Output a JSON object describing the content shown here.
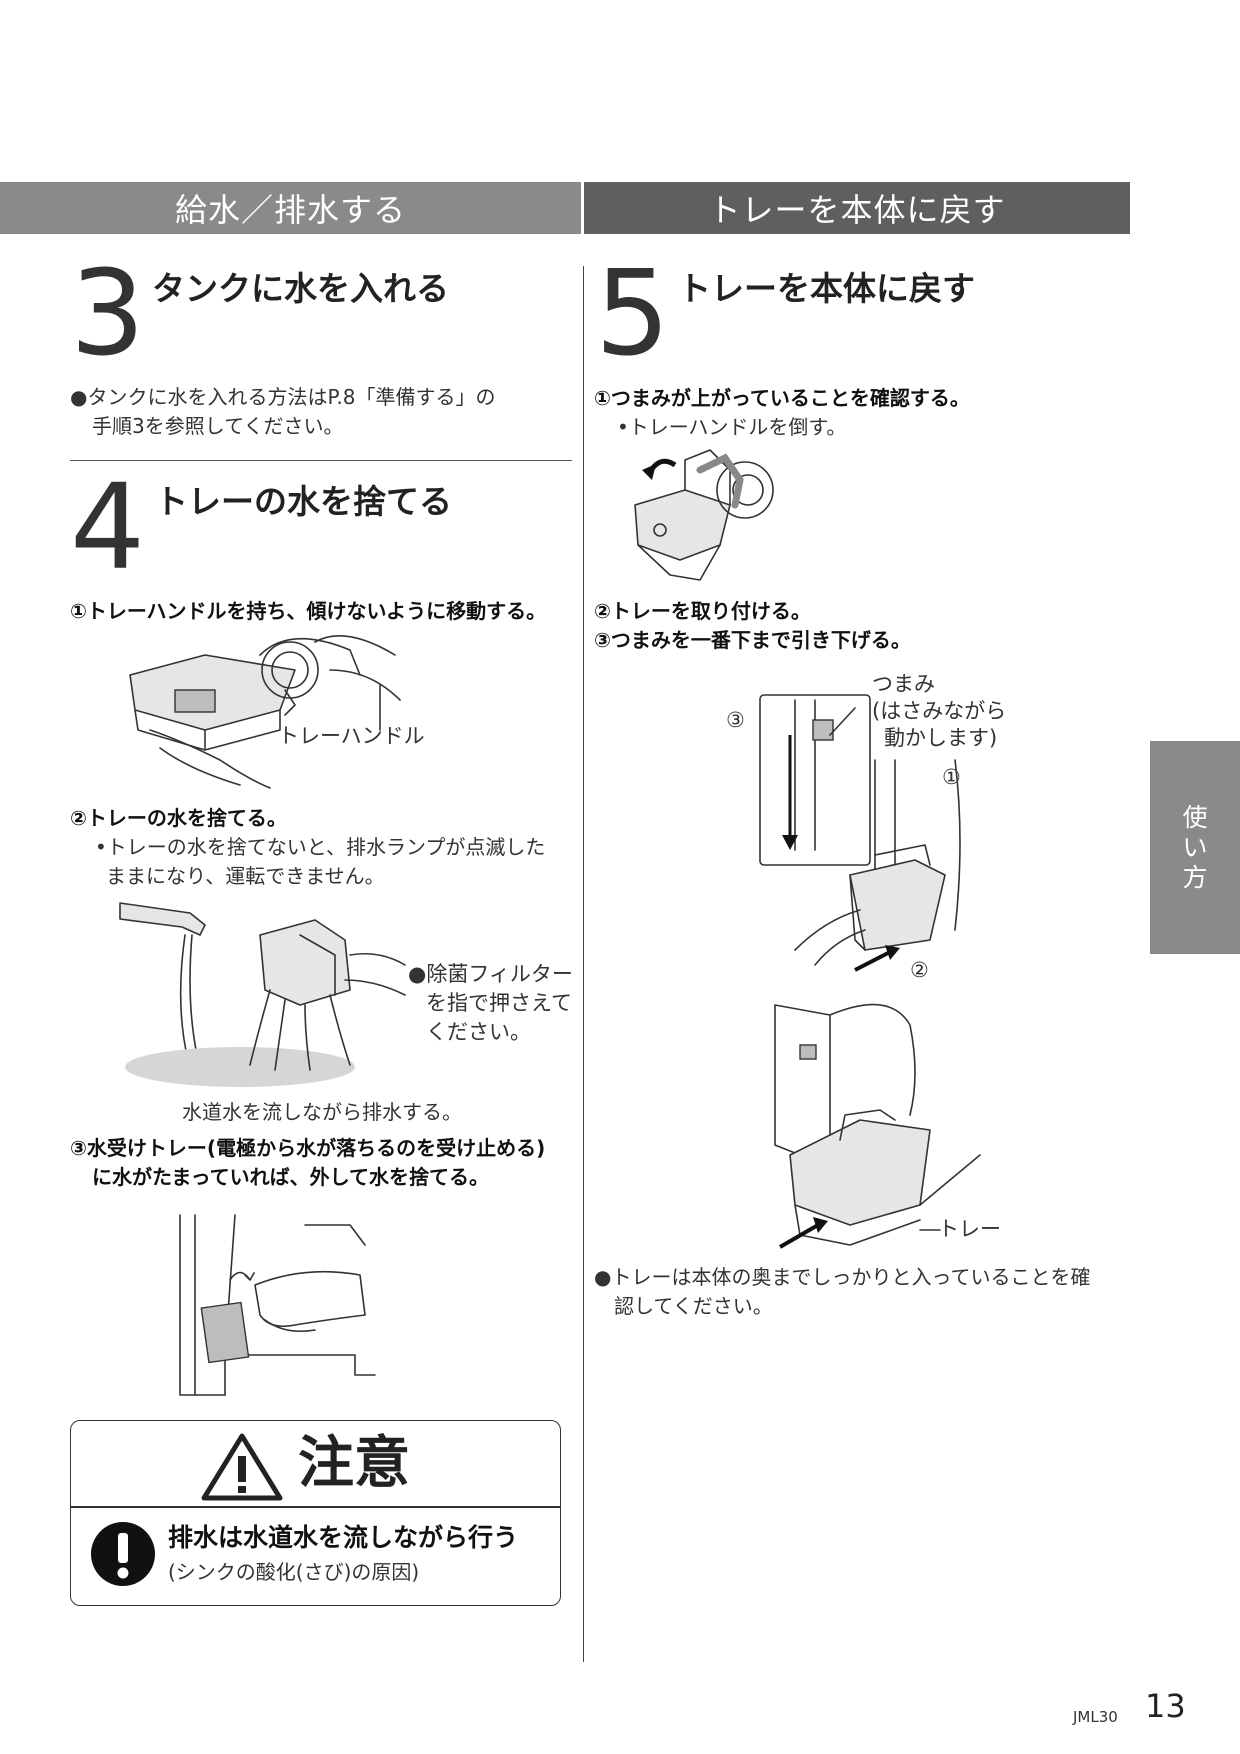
{
  "headers": {
    "left": "給水／排水する",
    "right": "トレーを本体に戻す"
  },
  "step3": {
    "number": "3",
    "title": "タンクに水を入れる",
    "note_line1": "●タンクに水を入れる方法はP.8「準備する」の",
    "note_line2": "手順3を参照してください。"
  },
  "step4": {
    "number": "4",
    "title": "トレーの水を捨てる",
    "sub1": "①トレーハンドルを持ち、傾けないように移動する。",
    "label_handle": "トレーハンドル",
    "sub2": "②トレーの水を捨てる。",
    "sub2_note_line1": "•トレーの水を捨てないと、排水ランプが点滅した",
    "sub2_note_line2": "ままになり、運転できません。",
    "filter_note_line1": "●除菌フィルター",
    "filter_note_line2": "を指で押さえて",
    "filter_note_line3": "ください。",
    "caption_drain": "水道水を流しながら排水する。",
    "sub3_line1": "③水受けトレー(電極から水が落ちるのを受け止める)",
    "sub3_line2": "に水がたまっていれば、外して水を捨てる。"
  },
  "caution": {
    "title": "注意",
    "main": "排水は水道水を流しながら行う",
    "reason": "(シンクの酸化(さび)の原因)"
  },
  "step5": {
    "number": "5",
    "title": "トレーを本体に戻す",
    "sub1": "①つまみが上がっていることを確認する。",
    "sub1_note": "•トレーハンドルを倒す。",
    "sub2": "②トレーを取り付ける。",
    "sub3": "③つまみを一番下まで引き下げる。",
    "knob_label_line1": "つまみ",
    "knob_label_line2": "(はさみながら",
    "knob_label_line3": "動かします)",
    "mark1": "①",
    "mark2": "②",
    "mark3": "③",
    "tray_label": "トレー",
    "final_note_line1": "●トレーは本体の奥までしっかりと入っていることを確",
    "final_note_line2": "認してください。"
  },
  "side_tab": {
    "line1": "使",
    "line2": "い",
    "line3": "方"
  },
  "footer": {
    "model": "JML30",
    "page": "13"
  }
}
